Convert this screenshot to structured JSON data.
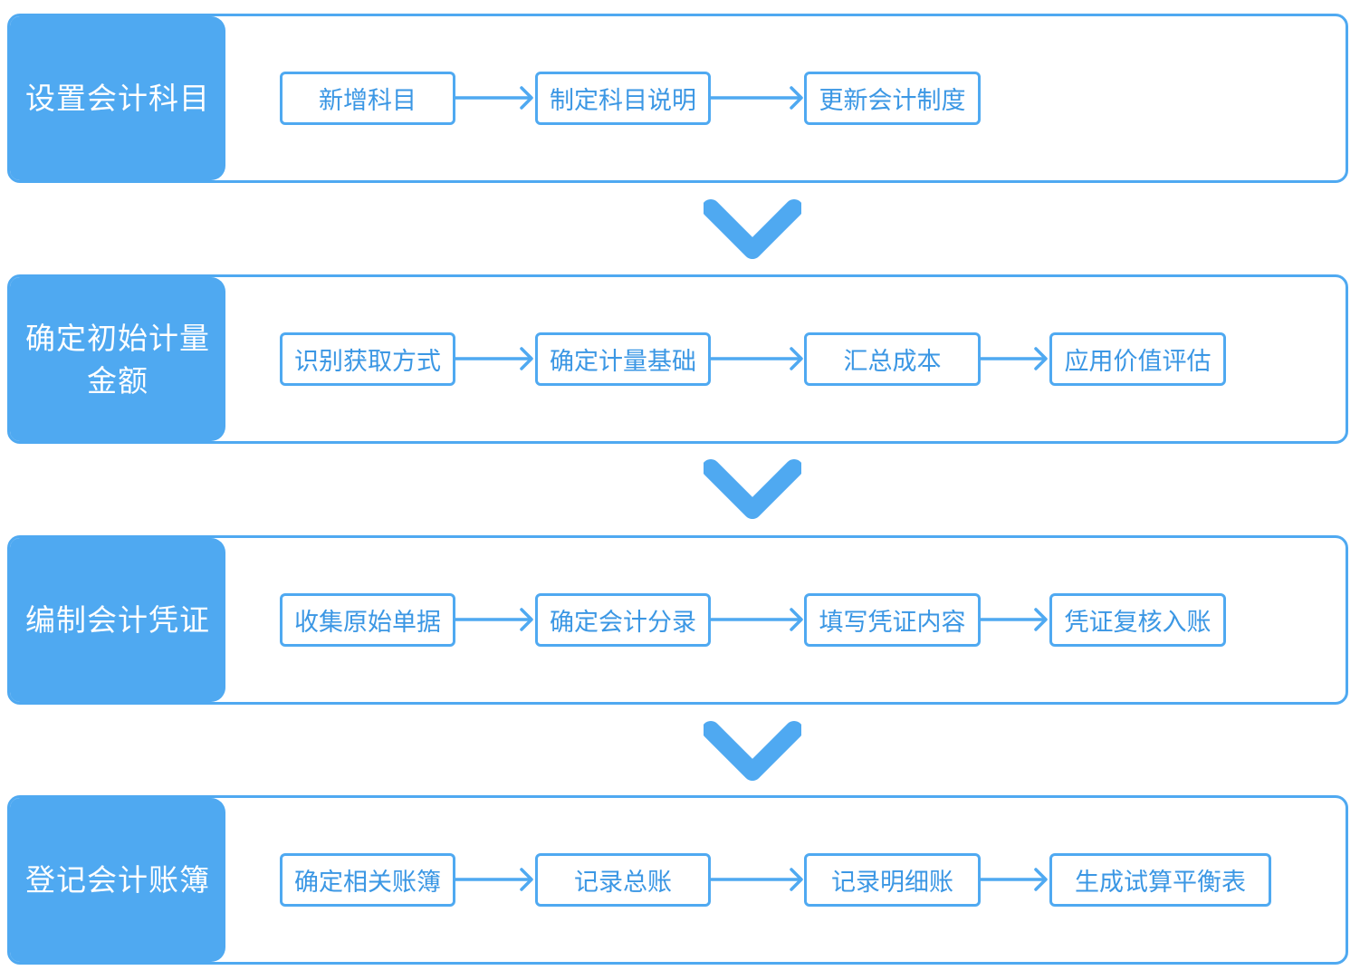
{
  "colors": {
    "accent": "#4fa9f1",
    "step_text": "#3b97e4",
    "title_text": "#ffffff",
    "background": "#ffffff"
  },
  "icons": {
    "flow_arrow": "arrow-right-icon",
    "stage_connector": "chevron-down-icon"
  },
  "stages": [
    {
      "title": "设置会计科目",
      "steps": [
        "新增科目",
        "制定科目说明",
        "更新会计制度"
      ]
    },
    {
      "title": "确定初始计量\n金额",
      "steps": [
        "识别获取方式",
        "确定计量基础",
        "汇总成本",
        "应用价值评估"
      ]
    },
    {
      "title": "编制会计凭证",
      "steps": [
        "收集原始单据",
        "确定会计分录",
        "填写凭证内容",
        "凭证复核入账"
      ]
    },
    {
      "title": "登记会计账簿",
      "steps": [
        "确定相关账簿",
        "记录总账",
        "记录明细账",
        "生成试算平衡表"
      ]
    }
  ]
}
